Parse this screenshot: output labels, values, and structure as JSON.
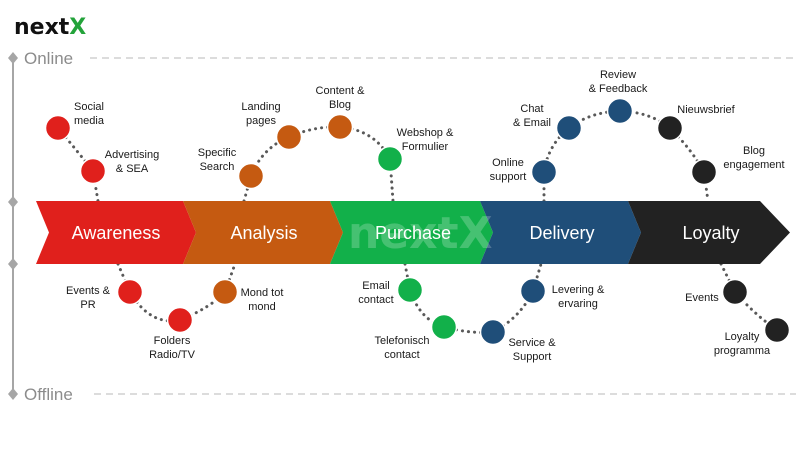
{
  "brand": {
    "logo_main": "next",
    "logo_accent": "X",
    "accent_color": "#23a33a",
    "watermark": "nextX"
  },
  "sides": {
    "top": "Online",
    "bottom": "Offline"
  },
  "stages": [
    {
      "label": "Awareness",
      "color": "#e0201c"
    },
    {
      "label": "Analysis",
      "color": "#c55a11"
    },
    {
      "label": "Purchase",
      "color": "#12b04a"
    },
    {
      "label": "Delivery",
      "color": "#1f4e79"
    },
    {
      "label": "Loyalty",
      "color": "#222222"
    }
  ],
  "touchpoints": {
    "awareness": [
      {
        "label": [
          "Social",
          "media"
        ],
        "channel": "Online"
      },
      {
        "label": [
          "Advertising",
          "& SEA"
        ],
        "channel": "Online"
      },
      {
        "label": [
          "Events &",
          "PR"
        ],
        "channel": "Offline"
      },
      {
        "label": [
          "Folders",
          "Radio/TV"
        ],
        "channel": "Offline"
      }
    ],
    "analysis": [
      {
        "label": [
          "Specific",
          "Search"
        ],
        "channel": "Online"
      },
      {
        "label": [
          "Landing",
          "pages"
        ],
        "channel": "Online"
      },
      {
        "label": [
          "Content &",
          "Blog"
        ],
        "channel": "Online"
      },
      {
        "label": [
          "Mond tot",
          "mond"
        ],
        "channel": "Offline"
      }
    ],
    "purchase": [
      {
        "label": [
          "Webshop &",
          "Formulier"
        ],
        "channel": "Online"
      },
      {
        "label": [
          "Email",
          "contact"
        ],
        "channel": "Offline"
      },
      {
        "label": [
          "Telefonisch",
          "contact"
        ],
        "channel": "Offline"
      }
    ],
    "delivery": [
      {
        "label": [
          "Online",
          "support"
        ],
        "channel": "Online"
      },
      {
        "label": [
          "Chat",
          "& Email"
        ],
        "channel": "Online"
      },
      {
        "label": [
          "Review",
          "& Feedback"
        ],
        "channel": "Online"
      },
      {
        "label": [
          "Service &",
          "Support"
        ],
        "channel": "Offline"
      },
      {
        "label": [
          "Levering &",
          "ervaring"
        ],
        "channel": "Offline"
      }
    ],
    "loyalty": [
      {
        "label": [
          "Nieuwsbrief"
        ],
        "channel": "Online"
      },
      {
        "label": [
          "Blog",
          "engagement"
        ],
        "channel": "Online"
      },
      {
        "label": [
          "Events"
        ],
        "channel": "Offline"
      },
      {
        "label": [
          "Loyalty",
          "programma"
        ],
        "channel": "Offline"
      }
    ]
  }
}
